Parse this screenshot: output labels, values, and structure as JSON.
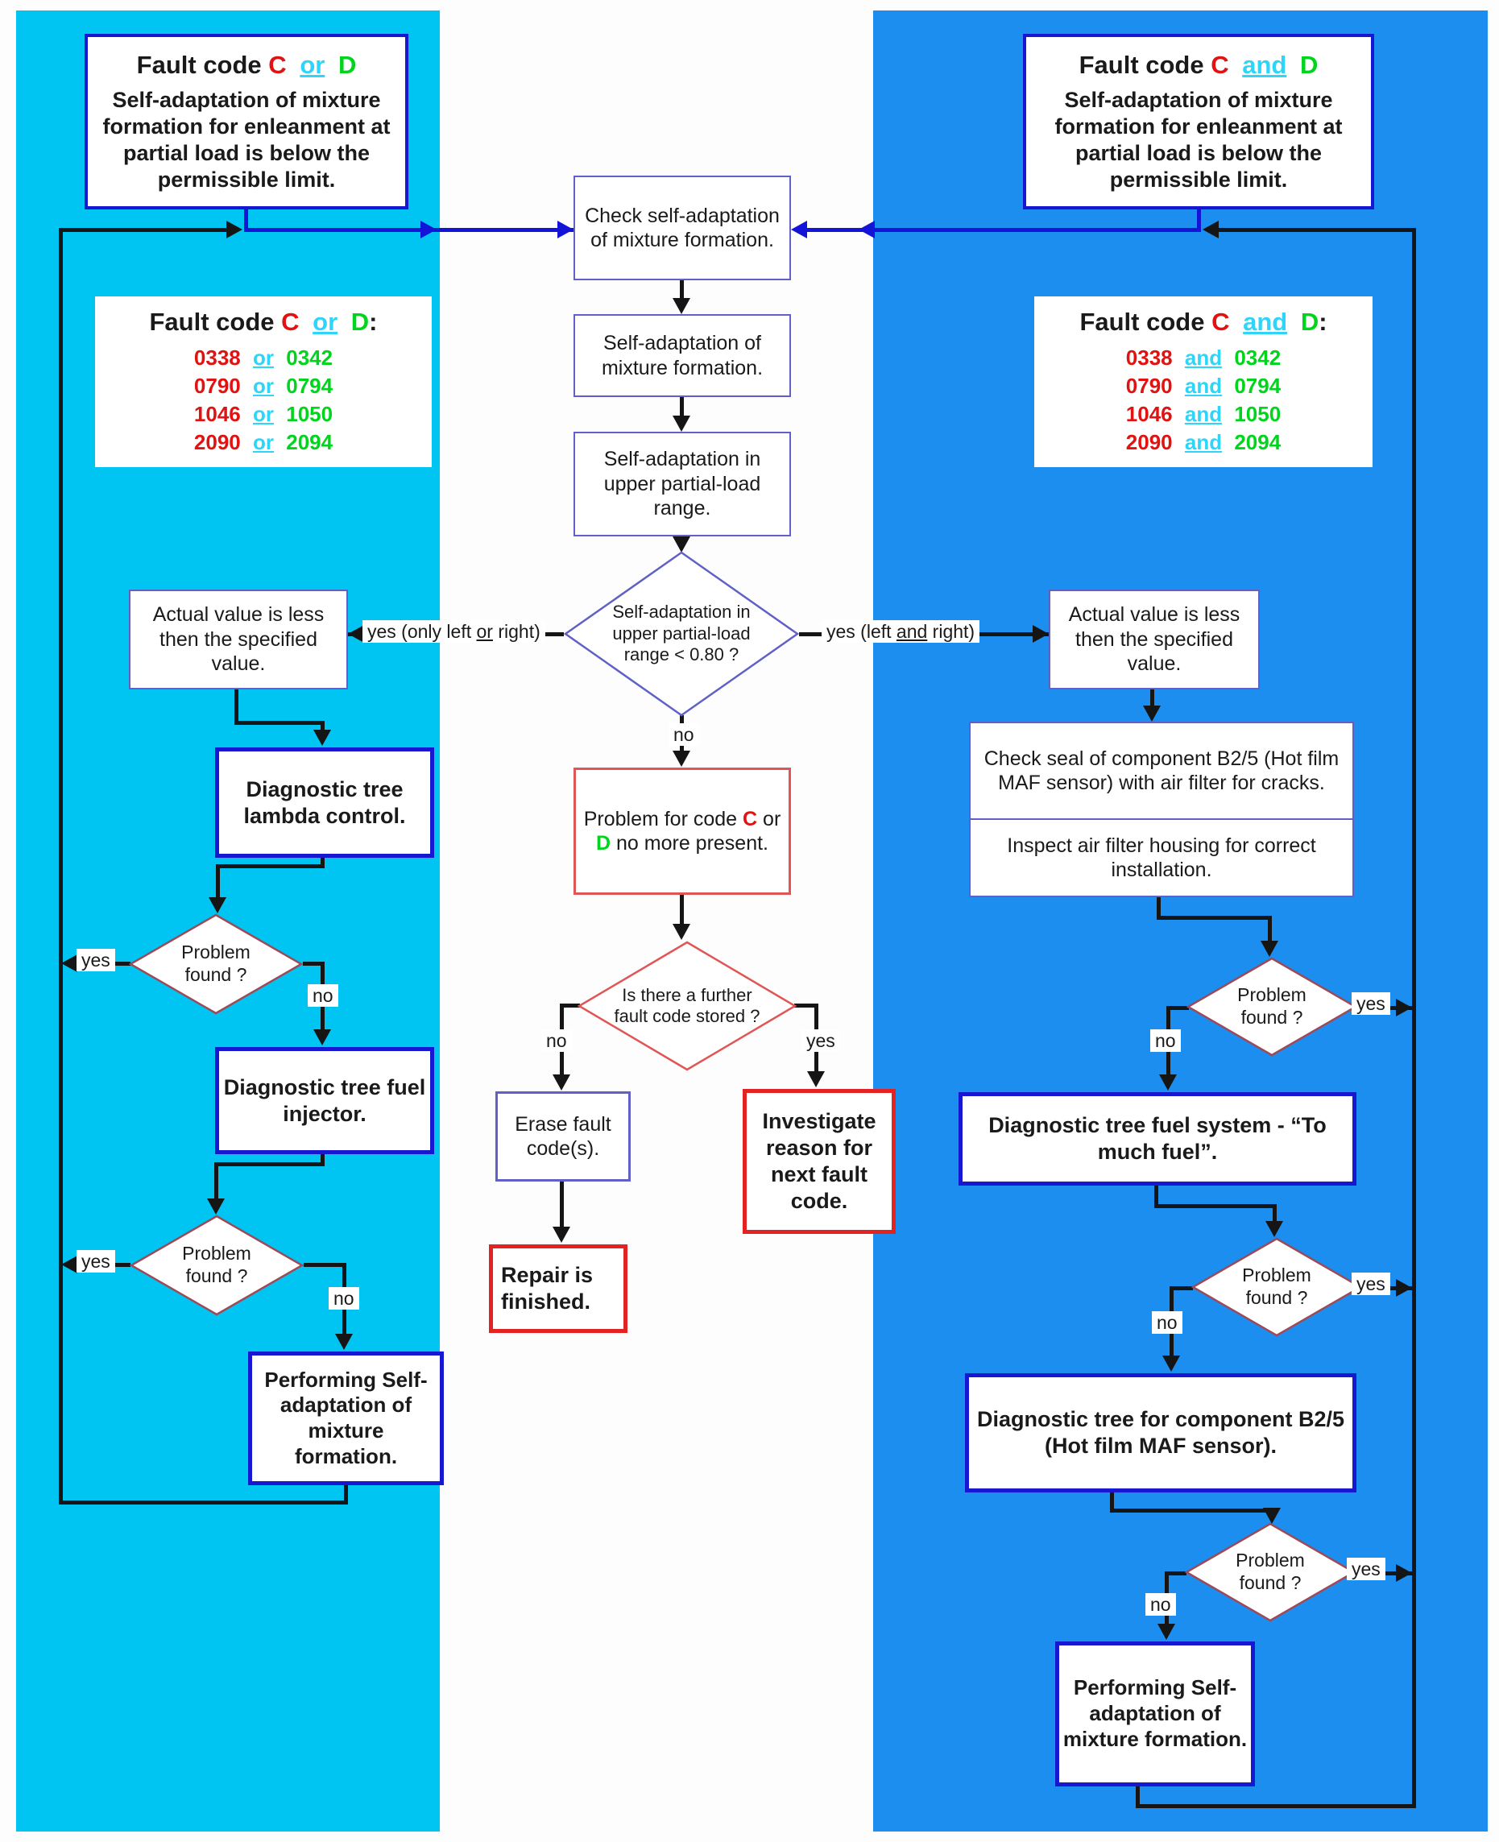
{
  "palette": {
    "left_panel_bg": "#00c5f2",
    "right_panel_bg": "#1b8ef0",
    "box_border_thick_blue": "#1717d2",
    "box_border_thin_blue": "#6060c6",
    "box_border_thick_red": "#e32222",
    "box_border_thin_red": "#e05555",
    "diamond_border_maroon": "#9c4a58",
    "code_red": "#e01212",
    "code_green": "#00d41c",
    "conjunction_cyan": "#2fd5f8",
    "line_black": "#151515",
    "line_blue": "#1414d8"
  },
  "left_panel": {
    "header": {
      "prefix": "Fault code",
      "c": "C",
      "conj": "or",
      "d": "D",
      "body": "Self-adaptation of mixture formation for enleanment at partial load is below the permissible limit."
    },
    "fault_list": {
      "prefix": "Fault code",
      "c": "C",
      "conj": "or",
      "d": "D",
      "colon": ":",
      "rows": [
        [
          "0338",
          "or",
          "0342"
        ],
        [
          "0790",
          "or",
          "0794"
        ],
        [
          "1046",
          "or",
          "1050"
        ],
        [
          "2090",
          "or",
          "2094"
        ]
      ]
    },
    "actual_value_box": "Actual value is less then the specified value.",
    "lambda_box": "Diagnostic tree lambda control.",
    "problem_diamond_1": "Problem found ?",
    "injector_box": "Diagnostic tree fuel injector.",
    "problem_diamond_2": "Problem found ?",
    "performing_box": "Performing Self-adaptation of mixture formation.",
    "labels": {
      "yes1": "yes",
      "no1": "no",
      "yes2": "yes",
      "no2": "no"
    }
  },
  "center": {
    "check_box": "Check self-adaptation of mixture formation.",
    "mixture_box": "Self-adaptation of mixture formation.",
    "upper_box": "Self-adaptation in upper partial-load range.",
    "range_diamond": "Self-adaptation in upper partial-load range < 0.80 ?",
    "branch_left": {
      "pre": "yes (only left ",
      "u": "or",
      "post": " right)"
    },
    "branch_right": {
      "pre": "yes (left ",
      "u": "and",
      "post": " right)"
    },
    "no_label": "no",
    "problem_box": {
      "pre": "Problem for code ",
      "c": "C",
      "mid": " or ",
      "d": "D",
      "post": " no more present."
    },
    "further_diamond": "Is there a further fault code stored ?",
    "further_no": "no",
    "further_yes": "yes",
    "erase_box": "Erase fault code(s).",
    "repair_box": "Repair is finished.",
    "investigate_box": "Investigate reason for next fault code."
  },
  "right_panel": {
    "header": {
      "prefix": "Fault code",
      "c": "C",
      "conj": "and",
      "d": "D",
      "body": "Self-adaptation of mixture formation for enleanment at partial load is below the permissible limit."
    },
    "fault_list": {
      "prefix": "Fault code",
      "c": "C",
      "conj": "and",
      "d": "D",
      "colon": ":",
      "rows": [
        [
          "0338",
          "and",
          "0342"
        ],
        [
          "0790",
          "and",
          "0794"
        ],
        [
          "1046",
          "and",
          "1050"
        ],
        [
          "2090",
          "and",
          "2094"
        ]
      ]
    },
    "actual_value_box": "Actual value is less then the specified value.",
    "seal_box_top": "Check seal of component B2/5 (Hot film MAF sensor) with air filter for cracks.",
    "seal_box_bottom": "Inspect air filter housing for correct installation.",
    "problem_diamond_1": "Problem found ?",
    "fuel_system_box": "Diagnostic tree fuel system - “To much fuel”.",
    "problem_diamond_2": "Problem found ?",
    "b25_box": "Diagnostic tree for component B2/5 (Hot film MAF sensor).",
    "problem_diamond_3": "Problem found ?",
    "performing_box": "Performing Self-adaptation of mixture formation.",
    "labels": {
      "yes1": "yes",
      "no1": "no",
      "yes2": "yes",
      "no2": "no",
      "yes3": "yes",
      "no3": "no"
    }
  }
}
